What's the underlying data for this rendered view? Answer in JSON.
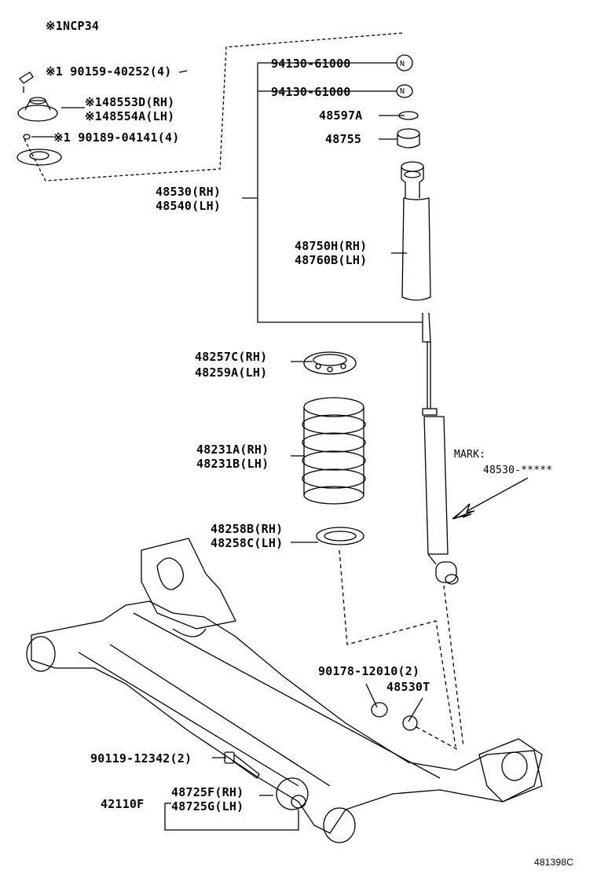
{
  "note": "※1NCP34",
  "parts": {
    "bolt_90159": "※1 90159-40252(4)",
    "mount_rh": "※148553D(RH)",
    "mount_lh": "※148554A(LH)",
    "nut_90189": "※1 90189-04141(4)",
    "nut1": "94130-61000",
    "nut2": "94130-61000",
    "washer": "48597A",
    "cushion": "48755",
    "absorber_rh": "48530(RH)",
    "absorber_lh": "48540(LH)",
    "boot_rh": "48750H(RH)",
    "boot_lh": "48760B(LH)",
    "upper_ins_rh": "48257C(RH)",
    "upper_ins_lh": "48259A(LH)",
    "spring_rh": "48231A(RH)",
    "spring_lh": "48231B(LH)",
    "lower_ins_rh": "48258B(RH)",
    "lower_ins_lh": "48258C(LH)",
    "mark_label": "MARK:",
    "mark_code": "48530-*****",
    "bolt_90178": "90178-12010(2)",
    "bushing_48530t": "48530T",
    "bolt_90119": "90119-12342(2)",
    "bush_rh": "48725F(RH)",
    "bush_lh": "48725G(LH)",
    "beam": "42110F",
    "nut_symbol": "N"
  },
  "figure_id": "481398C"
}
